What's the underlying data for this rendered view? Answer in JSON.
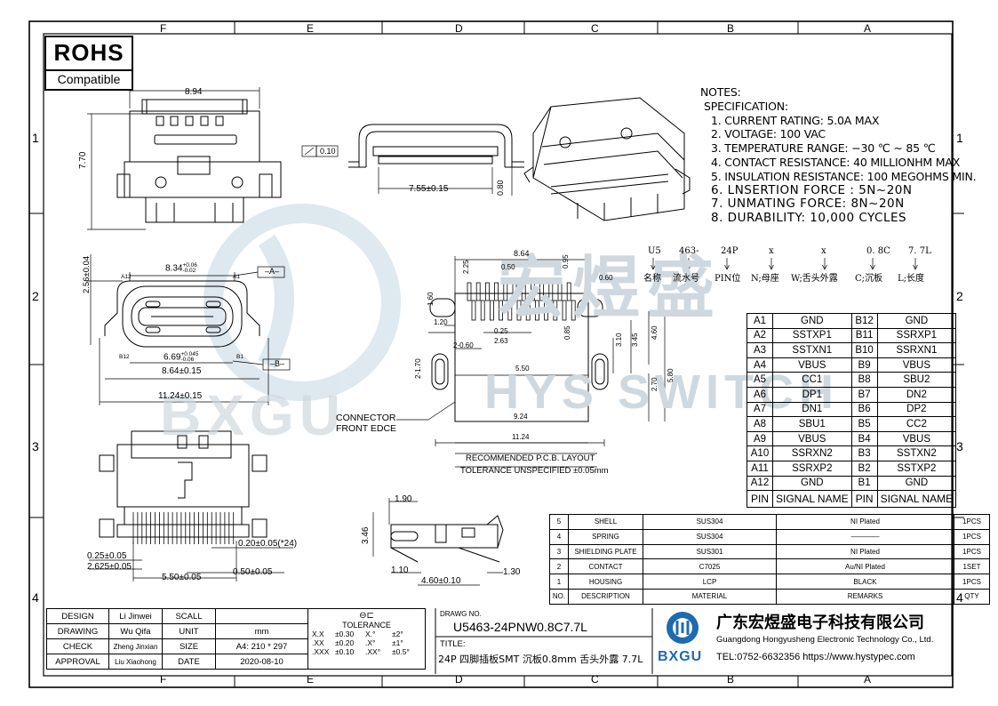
{
  "frame": {
    "columns": [
      "F",
      "E",
      "D",
      "C",
      "B",
      "A"
    ],
    "rows": [
      "1",
      "2",
      "3",
      "4"
    ]
  },
  "rohs": {
    "title": "ROHS",
    "subtitle": "Compatible"
  },
  "watermark": {
    "brand": "宏煜盛",
    "text": "HYS SWITCH",
    "logo_text": "BXGU"
  },
  "notes": {
    "heading": "NOTES:",
    "spec_heading": "SPECIFICATION:",
    "items": [
      "1. CURRENT RATING: 5.0A MAX",
      "2. VOLTAGE: 100 VAC",
      "3. TEMPERATURE RANGE: −30 ℃ ~ 85 ℃",
      "4. CONTACT RESISTANCE: 40 MILLIONHM MAX",
      "5. INSULATION RESISTANCE: 100 MEGOHMS MIN.",
      "6. LNSERTION FORCE : 5N~20N",
      "7. UNMATING FORCE: 8N~20N",
      "8. DURABILITY:   10,000 CYCLES"
    ]
  },
  "part_code": {
    "codes": [
      "U5",
      "463-",
      "24P",
      "x",
      "x",
      "0. 8C",
      "7. 7L"
    ],
    "labels": [
      "名称",
      "流水号",
      "PIN位",
      "N;母座",
      "W;舌头外露",
      "C;沉板",
      "L;长度"
    ]
  },
  "dimensions": {
    "top_width": "8.94",
    "top_height": "7.70",
    "side_flat": "0.10",
    "side_width": "7.55±0.15",
    "side_height": "0.80",
    "front_height": "2.56±0.04",
    "front_a": "8.34",
    "front_a_tol_up": "+0.06",
    "front_a_tol_dn": "-0.02",
    "front_b": "6.69",
    "front_b_tol_up": "+0.045",
    "front_b_tol_dn": "-0.06",
    "front_c": "8.64±0.15",
    "front_d": "11.24±0.15",
    "datum_a": "A",
    "datum_b": "B",
    "corner_a12": "A12",
    "corner_a1": "A1",
    "corner_b12": "B12",
    "corner_b1": "B1",
    "bottom_pitch": "0.20±0.05(*24)",
    "bottom_a": "0.25±0.05",
    "bottom_b": "2.625±0.05",
    "bottom_c": "0.50±0.05",
    "bottom_d": "5.50±0.05",
    "small_190": "1.90",
    "small_346": "3.46",
    "small_110": "1.10",
    "small_460": "4.60±0.10",
    "small_130": "1.30",
    "pcb": {
      "d864": "8.64",
      "d050": "0.50",
      "d095": "0.95",
      "d225": "2.25",
      "d060": "0.60",
      "d160": "1.60",
      "d120": "1.20",
      "d025": "0.25",
      "d263": "2.63",
      "d2060": "2-0.60",
      "d085": "0.85",
      "d310": "3.10",
      "d345": "3.45",
      "d460": "4.60",
      "d2170": "2-1.70",
      "d550": "5.50",
      "d270": "2.70",
      "d580": "5.80",
      "d924": "9.24",
      "d1124": "11.24"
    },
    "connector_label_1": "CONNECTOR",
    "connector_label_2": "FRONT EDCE",
    "pcb_title": "RECOMMENDED   P.C.B. LAYOUT",
    "pcb_tol": "TOLERANCE UNSPECIFIED ±0.05mm"
  },
  "pins": {
    "rows": [
      [
        "A1",
        "GND",
        "B12",
        "GND"
      ],
      [
        "A2",
        "SSTXP1",
        "B11",
        "SSRXP1"
      ],
      [
        "A3",
        "SSTXN1",
        "B10",
        "SSRXN1"
      ],
      [
        "A4",
        "VBUS",
        "B9",
        "VBUS"
      ],
      [
        "A5",
        "CC1",
        "B8",
        "SBU2"
      ],
      [
        "A6",
        "DP1",
        "B7",
        "DN2"
      ],
      [
        "A7",
        "DN1",
        "B6",
        "DP2"
      ],
      [
        "A8",
        "SBU1",
        "B5",
        "CC2"
      ],
      [
        "A9",
        "VBUS",
        "B4",
        "VBUS"
      ],
      [
        "A10",
        "SSRXN2",
        "B3",
        "SSTXN2"
      ],
      [
        "A11",
        "SSRXP2",
        "B2",
        "SSTXP2"
      ],
      [
        "A12",
        "GND",
        "B1",
        "GND"
      ]
    ],
    "header": [
      "PIN",
      "SIGNAL NAME",
      "PIN",
      "SIGNAL NAME"
    ]
  },
  "bom": {
    "rows": [
      [
        "5",
        "SHELL",
        "SUS304",
        "NI  Plated",
        "1PCS"
      ],
      [
        "4",
        "SPRING",
        "SUS304",
        "————",
        "1PCS"
      ],
      [
        "3",
        "SHIELDING PLATE",
        "SUS301",
        "NI  Plated",
        "1PCS"
      ],
      [
        "2",
        "CONTACT",
        "C7025",
        "Au/NI Plated",
        "1SET"
      ],
      [
        "1",
        "HOUSING",
        "LCP",
        "BLACK",
        "1PCS"
      ]
    ],
    "header": [
      "NO.",
      "DESCRIPTION",
      "MATERIAL",
      "REMARKS",
      "QTY"
    ]
  },
  "title_block": {
    "labels": {
      "design": "DESIGN",
      "drawing": "DRAWING",
      "check": "CHECK",
      "approval": "APPROVAL",
      "scale": "SCALL",
      "unit": "UNIT",
      "size": "SIZE",
      "date": "DATE",
      "tolerance": "TOLERANCE",
      "drawing_no": "DRAWG NO.",
      "title": "TITLE:"
    },
    "people": {
      "design": "Li Jinwei",
      "drawing": "Wu Qifa",
      "check": "Zheng Jinxian",
      "approval": "Liu Xiaohong"
    },
    "unit": "mm",
    "size": "A4: 210 * 297",
    "date": "2020-08-10",
    "tol": [
      [
        "X.X",
        "±0.30",
        "X.°",
        "±2°"
      ],
      [
        ".XX",
        "±0.20",
        ".X°",
        "±1°"
      ],
      [
        ".XXX",
        "±0.10",
        ".XX°",
        "±0.5°"
      ]
    ],
    "drawing_no": "U5463-24PNW0.8C7.7L",
    "title": "24P 四脚插板SMT 沉板0.8mm 舌头外露 7.7L",
    "company_cn": "广东宏煜盛电子科技有限公司",
    "company_en": "Guangdong Hongyusheng Electronic Technology Co., Ltd.",
    "contact": "TEL:0752-6632356  https://www.hystypec.com",
    "logo_text": "BXGU"
  }
}
